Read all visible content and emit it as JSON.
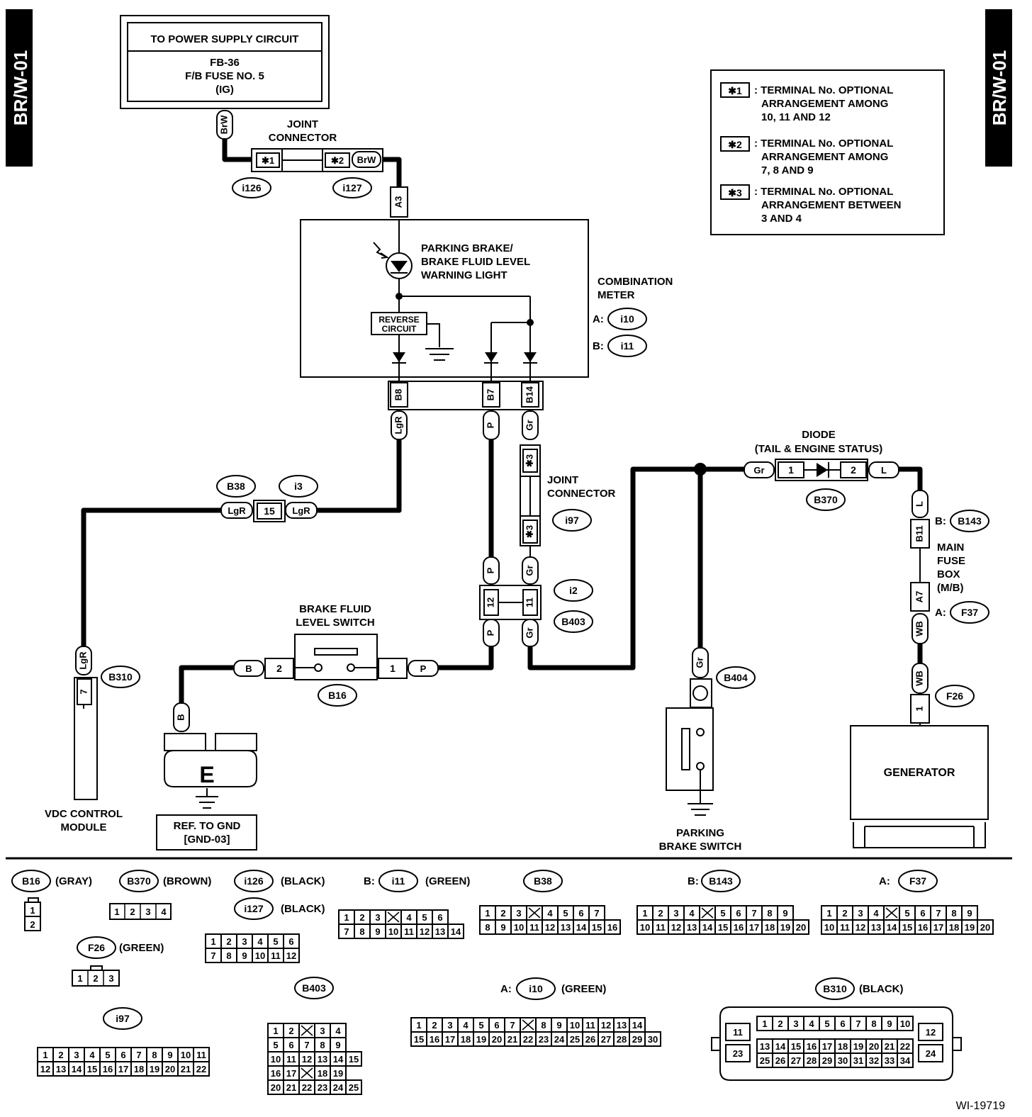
{
  "page_tags": {
    "left": "BR/W-01",
    "right": "BR/W-01"
  },
  "figure_id": "WI-19719",
  "power_box": {
    "line1": "TO POWER SUPPLY CIRCUIT",
    "line2": "FB-36",
    "line3": "F/B FUSE NO. 5",
    "line4": "(IG)"
  },
  "legend": [
    {
      "tag": "✱1",
      "lines": [
        ": TERMINAL No. OPTIONAL",
        "ARRANGEMENT AMONG",
        "10, 11 AND 12"
      ]
    },
    {
      "tag": "✱2",
      "lines": [
        ": TERMINAL No. OPTIONAL",
        "ARRANGEMENT AMONG",
        "7, 8 AND 9"
      ]
    },
    {
      "tag": "✱3",
      "lines": [
        ": TERMINAL No. OPTIONAL",
        "ARRANGEMENT BETWEEN",
        "3 AND 4"
      ]
    }
  ],
  "labels": {
    "joint_connector_top": [
      "JOINT",
      "CONNECTOR"
    ],
    "joint_connector_mid": [
      "JOINT",
      "CONNECTOR"
    ],
    "warning_light": [
      "PARKING BRAKE/",
      "BRAKE FLUID LEVEL",
      "WARNING LIGHT"
    ],
    "reverse_circuit": [
      "REVERSE",
      "CIRCUIT"
    ],
    "combination_meter": [
      "COMBINATION",
      "METER"
    ],
    "diode": [
      "DIODE",
      "(TAIL & ENGINE STATUS)"
    ],
    "main_fuse_box": [
      "MAIN",
      "FUSE",
      "BOX",
      "(M/B)"
    ],
    "brake_fluid_switch": [
      "BRAKE FLUID",
      "LEVEL SWITCH"
    ],
    "vdc": [
      "VDC CONTROL",
      "MODULE"
    ],
    "gnd_ref": [
      "REF. TO GND",
      "[GND-03]"
    ],
    "ground_symbol": "E",
    "parking_brake_switch": [
      "PARKING",
      "BRAKE SWITCH"
    ],
    "generator": "GENERATOR",
    "meter_a_prefix": "A:",
    "meter_b_prefix": "B:",
    "fuse_b_prefix": "B:",
    "fuse_a_prefix": "A:"
  },
  "connector_ids": {
    "i126": "i126",
    "i127": "i127",
    "i10": "i10",
    "i11": "i11",
    "B38": "B38",
    "i3": "i3",
    "i97": "i97",
    "i2": "i2",
    "B403": "B403",
    "B16": "B16",
    "B310": "B310",
    "B404": "B404",
    "B370": "B370",
    "B143": "B143",
    "F37": "F37",
    "F26": "F26"
  },
  "wires": {
    "brw": "BrW",
    "lgr": "LgR",
    "p": "P",
    "gr": "Gr",
    "b": "B",
    "l": "L",
    "wb": "WB"
  },
  "pins": {
    "j1": "✱1",
    "j2": "✱2",
    "j3": "✱3",
    "a3": "A3",
    "b8": "B8",
    "b7": "B7",
    "b14": "B14",
    "p15": "15",
    "p12": "12",
    "p11": "11",
    "p7": "7",
    "p2": "2",
    "p1": "1",
    "b11": "B11",
    "a7": "A7"
  },
  "connector_views": {
    "b16": {
      "id": "B16",
      "color": "(GRAY)",
      "pins": [
        "1",
        "2"
      ]
    },
    "b370": {
      "id": "B370",
      "color": "(BROWN)",
      "pins": [
        "1",
        "2",
        "3",
        "4"
      ]
    },
    "i126": {
      "id": "i126",
      "color": "(BLACK)"
    },
    "i127": {
      "id": "i127",
      "color": "(BLACK)",
      "rows": [
        [
          "1",
          "2",
          "3",
          "4",
          "5",
          "6"
        ],
        [
          "7",
          "8",
          "9",
          "10",
          "11",
          "12"
        ]
      ]
    },
    "f26": {
      "id": "F26",
      "color": "(GREEN)",
      "pins": [
        "1",
        "2",
        "3"
      ]
    },
    "i11": {
      "prefix": "B:",
      "id": "i11",
      "color": "(GREEN)",
      "rows": [
        [
          "1",
          "2",
          "3",
          "",
          "4",
          "5",
          "6"
        ],
        [
          "7",
          "8",
          "9",
          "10",
          "11",
          "12",
          "13",
          "14"
        ]
      ]
    },
    "b38": {
      "id": "B38",
      "rows": [
        [
          "1",
          "2",
          "3",
          "",
          "4",
          "5",
          "6",
          "7"
        ],
        [
          "8",
          "9",
          "10",
          "11",
          "12",
          "13",
          "14",
          "15",
          "16"
        ]
      ]
    },
    "b143": {
      "prefix": "B:",
      "id": "B143",
      "rows": [
        [
          "1",
          "2",
          "3",
          "4",
          "",
          "5",
          "6",
          "7",
          "8",
          "9"
        ],
        [
          "10",
          "11",
          "12",
          "13",
          "14",
          "15",
          "16",
          "17",
          "18",
          "19",
          "20"
        ]
      ]
    },
    "f37": {
      "prefix": "A:",
      "id": "F37",
      "rows": [
        [
          "1",
          "2",
          "3",
          "4",
          "",
          "5",
          "6",
          "7",
          "8",
          "9"
        ],
        [
          "10",
          "11",
          "12",
          "13",
          "14",
          "15",
          "16",
          "17",
          "18",
          "19",
          "20"
        ]
      ]
    },
    "i97": {
      "id": "i97",
      "rows": [
        [
          "1",
          "2",
          "3",
          "4",
          "5",
          "6",
          "7",
          "8",
          "9",
          "10",
          "11"
        ],
        [
          "12",
          "13",
          "14",
          "15",
          "16",
          "17",
          "18",
          "19",
          "20",
          "21",
          "22"
        ]
      ]
    },
    "b403": {
      "id": "B403",
      "rows": [
        [
          "1",
          "2",
          "",
          "3",
          "4"
        ],
        [
          "5",
          "6",
          "7",
          "8",
          "9"
        ],
        [
          "10",
          "11",
          "12",
          "13",
          "14",
          "15"
        ],
        [
          "16",
          "17",
          "",
          "18",
          "19"
        ],
        [
          "20",
          "21",
          "22",
          "23",
          "24",
          "25"
        ]
      ]
    },
    "i10": {
      "prefix": "A:",
      "id": "i10",
      "color": "(GREEN)",
      "rows": [
        [
          "1",
          "2",
          "3",
          "4",
          "5",
          "6",
          "7",
          "",
          "8",
          "9",
          "10",
          "11",
          "12",
          "13",
          "14"
        ],
        [
          "15",
          "16",
          "17",
          "18",
          "19",
          "20",
          "21",
          "22",
          "23",
          "24",
          "25",
          "26",
          "27",
          "28",
          "29",
          "30"
        ]
      ]
    },
    "b310": {
      "id": "B310",
      "color": "(BLACK)",
      "top": [
        "1",
        "2",
        "3",
        "4",
        "5",
        "6",
        "7",
        "8",
        "9",
        "10"
      ],
      "mid": [
        "13",
        "14",
        "15",
        "16",
        "17",
        "18",
        "19",
        "20",
        "21",
        "22"
      ],
      "bot": [
        "25",
        "26",
        "27",
        "28",
        "29",
        "30",
        "31",
        "32",
        "33",
        "34"
      ],
      "side": [
        "11",
        "23",
        "12",
        "24"
      ]
    }
  }
}
